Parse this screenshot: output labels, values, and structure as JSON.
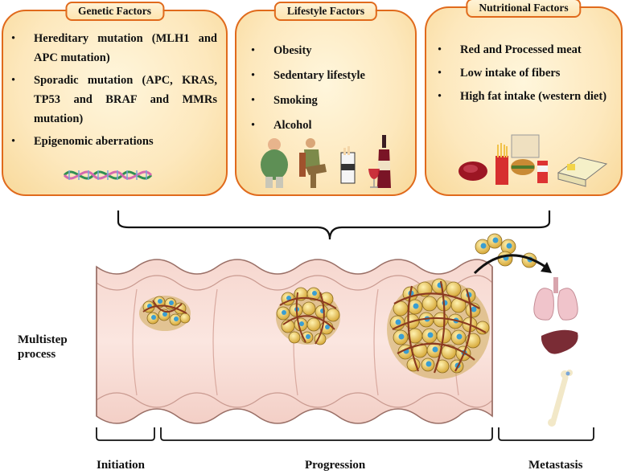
{
  "genetic": {
    "title": "Genetic Factors",
    "items": [
      "Hereditary mutation (MLH1 and APC mutation)",
      "Sporadic mutation (APC, KRAS, TP53 and BRAF and MMRs mutation)",
      "Epigenomic aberrations"
    ]
  },
  "lifestyle": {
    "title": "Lifestyle Factors",
    "items": [
      "Obesity",
      "Sedentary lifestyle",
      "Smoking",
      "Alcohol"
    ]
  },
  "nutritional": {
    "title": "Nutritional Factors",
    "items": [
      "Red and Processed meat",
      "Low intake of fibers",
      "High fat intake (western diet)"
    ]
  },
  "process": {
    "label": "Multistep process",
    "stages": [
      "Initiation",
      "Progression",
      "Metastasis"
    ]
  },
  "colors": {
    "panel_border": "#e06a1c",
    "colon_wall": "#f2c6bd",
    "colon_lumen": "#fbe4dd",
    "tumor_cell": "#f0d26a",
    "tumor_nucleus": "#3b9ed1",
    "vessel": "#8b3a1f"
  }
}
